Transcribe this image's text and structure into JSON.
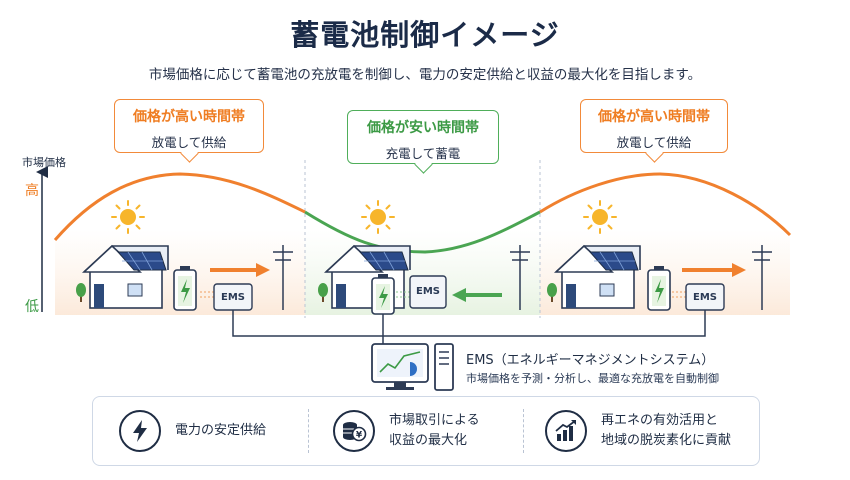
{
  "title": "蓄電池制御イメージ",
  "subtitle": "市場価格に応じて蓄電池の充放電を制御し、電力の安定供給と収益の最大化を目指します。",
  "axis": {
    "label": "市場価格",
    "high": "高",
    "low": "低"
  },
  "periods": [
    {
      "title": "価格が高い時間帯",
      "subtitle": "放電して供給",
      "color": "#ef7d22"
    },
    {
      "title": "価格が安い時間帯",
      "subtitle": "充電して蓄電",
      "color": "#3c9a45"
    },
    {
      "title": "価格が高い時間帯",
      "subtitle": "放電して供給",
      "color": "#ef7d22"
    }
  ],
  "ems_unit_label": "EMS",
  "ems": {
    "title": "EMS（エネルギーマネジメントシステム）",
    "description": "市場価格を予測・分析し、最適な充放電を自動制御"
  },
  "benefits": [
    {
      "lines": [
        "電力の安定供給"
      ],
      "icon": "lightning-icon"
    },
    {
      "lines": [
        "市場取引による",
        "収益の最大化"
      ],
      "icon": "yen-coins-icon"
    },
    {
      "lines": [
        "再エネの有効活用と",
        "地域の脱炭素化に貢献"
      ],
      "icon": "growth-chart-icon"
    }
  ],
  "colors": {
    "orange": "#ef7d22",
    "green": "#3c9a45",
    "navy": "#1f2d44"
  }
}
